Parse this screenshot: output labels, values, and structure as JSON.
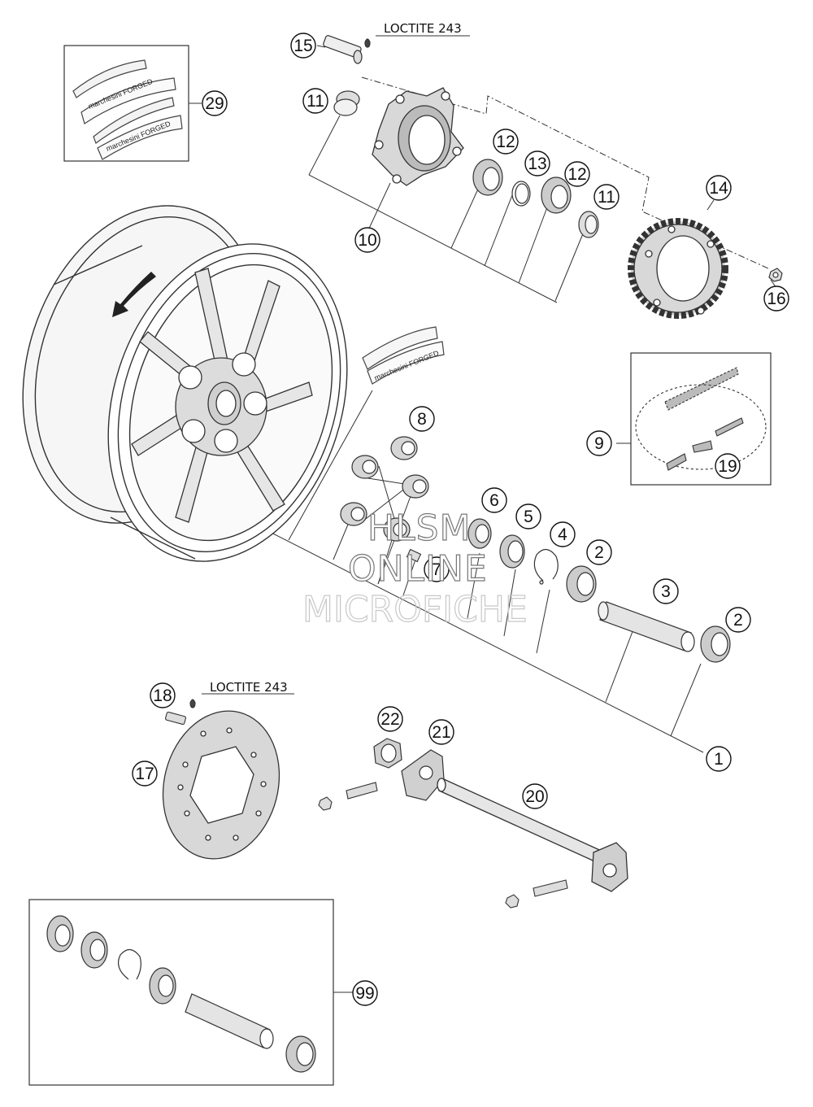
{
  "diagram": {
    "callouts": [
      {
        "id": "c29",
        "label": "29"
      },
      {
        "id": "c15",
        "label": "15"
      },
      {
        "id": "c11a",
        "label": "11"
      },
      {
        "id": "c12a",
        "label": "12"
      },
      {
        "id": "c13",
        "label": "13"
      },
      {
        "id": "c12b",
        "label": "12"
      },
      {
        "id": "c11b",
        "label": "11"
      },
      {
        "id": "c14",
        "label": "14"
      },
      {
        "id": "c10",
        "label": "10"
      },
      {
        "id": "c16",
        "label": "16"
      },
      {
        "id": "c8",
        "label": "8"
      },
      {
        "id": "c9",
        "label": "9"
      },
      {
        "id": "c19",
        "label": "19"
      },
      {
        "id": "c6",
        "label": "6"
      },
      {
        "id": "c5",
        "label": "5"
      },
      {
        "id": "c4",
        "label": "4"
      },
      {
        "id": "c2a",
        "label": "2"
      },
      {
        "id": "c7",
        "label": "7"
      },
      {
        "id": "c3",
        "label": "3"
      },
      {
        "id": "c2b",
        "label": "2"
      },
      {
        "id": "c18",
        "label": "18"
      },
      {
        "id": "c22",
        "label": "22"
      },
      {
        "id": "c21",
        "label": "21"
      },
      {
        "id": "c1",
        "label": "1"
      },
      {
        "id": "c17",
        "label": "17"
      },
      {
        "id": "c20",
        "label": "20"
      },
      {
        "id": "c99",
        "label": "99"
      }
    ],
    "notes": {
      "loctite_top": "LOCTITE 243",
      "loctite_disc": "LOCTITE 243"
    },
    "brand_text": "marchesini FORGED",
    "watermark": {
      "line1": "HLSM",
      "line2": "ONLINE",
      "line3": "MICROFICHE"
    }
  }
}
